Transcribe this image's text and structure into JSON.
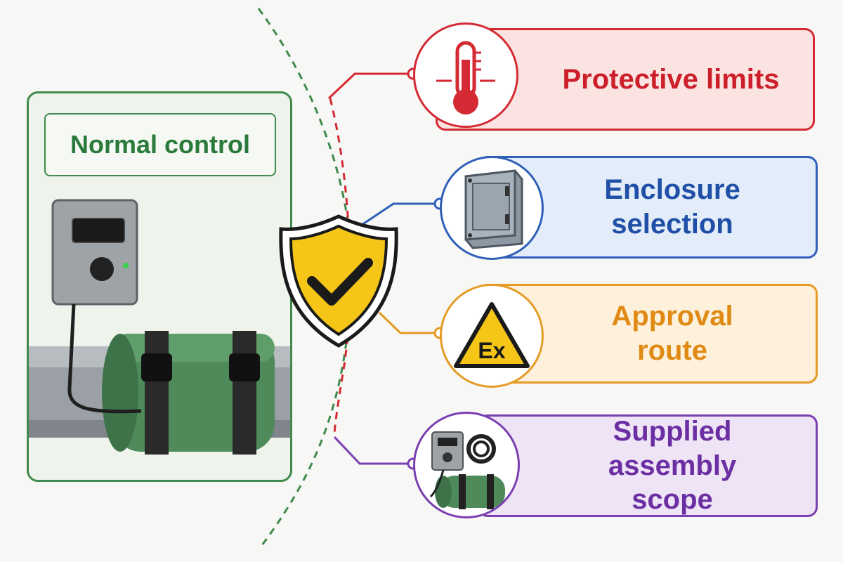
{
  "left_panel": {
    "title": "Normal control"
  },
  "items": [
    {
      "key": "protective",
      "label": "Protective limits",
      "icon": "thermometer-icon",
      "color": "#d42a33"
    },
    {
      "key": "enclosure",
      "label": "Enclosure selection",
      "icon": "enclosure-box-icon",
      "color": "#2f5fb8"
    },
    {
      "key": "approval",
      "label": "Approval route",
      "icon": "ex-warning-icon",
      "color": "#e59b25"
    },
    {
      "key": "supplied",
      "label": "Supplied assembly scope",
      "icon": "heating-assembly-icon",
      "color": "#7a3fb0"
    }
  ],
  "shield": {
    "icon": "shield-check-icon",
    "color": "#f5c518"
  },
  "ex_badge": "Ex",
  "colors": {
    "green": "#3f8a4c",
    "red": "#d42a33",
    "blue": "#2f5fb8",
    "orange": "#e59b25",
    "purple": "#7a3fb0"
  }
}
